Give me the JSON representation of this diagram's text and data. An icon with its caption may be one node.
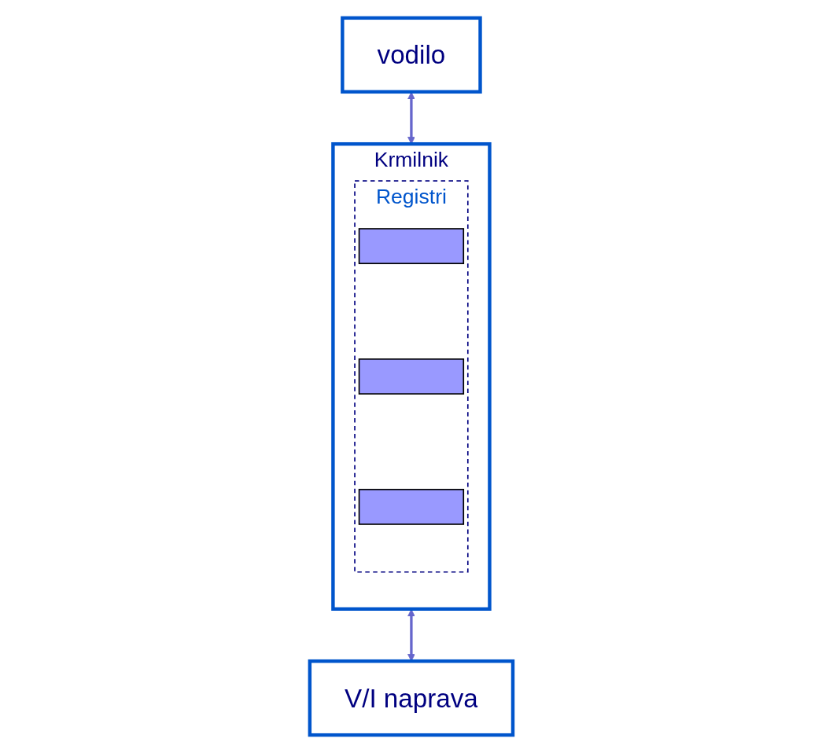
{
  "diagram": {
    "nodes": [
      {
        "text": [
          "vodilo"
        ]
      },
      {
        "text": [
          "Krmilnik"
        ]
      },
      {
        "text": [
          "Registri"
        ],
        "in": 1
      },
      {
        "text": [],
        "shape": "bar",
        "in": 2
      },
      {
        "text": [],
        "shape": "bar",
        "in": 2
      },
      {
        "text": [],
        "shape": "bar",
        "in": 2
      },
      {
        "text": [
          "V/I naprava"
        ]
      }
    ],
    "edges": [
      {
        "from": 0,
        "to": 1,
        "arrow": "both"
      },
      {
        "from": 1,
        "to": 6,
        "arrow": "both"
      }
    ]
  }
}
